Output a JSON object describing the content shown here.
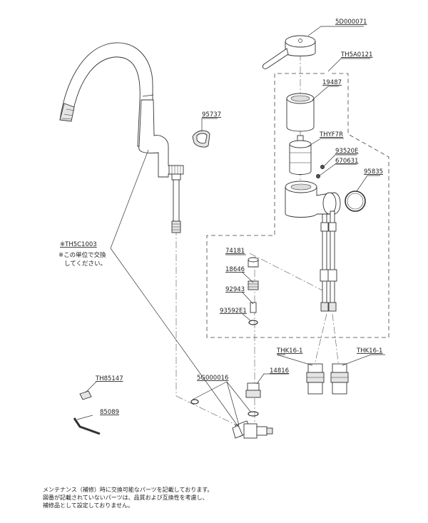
{
  "parts": {
    "p5D000071": "5D000071",
    "pTH5A0121": "TH5A0121",
    "p19487": "19487",
    "pTHYF7R": "THYF7R",
    "p93520E": "93520E",
    "p670631": "670631",
    "p95835": "95835",
    "p95737": "95737",
    "pTH5C1003": "※TH5C1003",
    "p74181": "74181",
    "p18646": "18646",
    "p92943": "92943",
    "p93592E1": "93592E1",
    "pTHK16a": "THK16-1",
    "pTHK16b": "THK16-1",
    "p14816": "14816",
    "p5G000016": "5G000016",
    "pTH85147": "TH85147",
    "p85089": "85089"
  },
  "unit_note": {
    "line1": "※この単位で交換",
    "line2": "してください。"
  },
  "footer": {
    "line1": "メンテナンス（補修）時に交換可能なパーツを記載しております。",
    "line2": "図番が記載されていないパーツは、品質および互換性を考慮し、",
    "line3": "補修品として設定しておりません。"
  }
}
